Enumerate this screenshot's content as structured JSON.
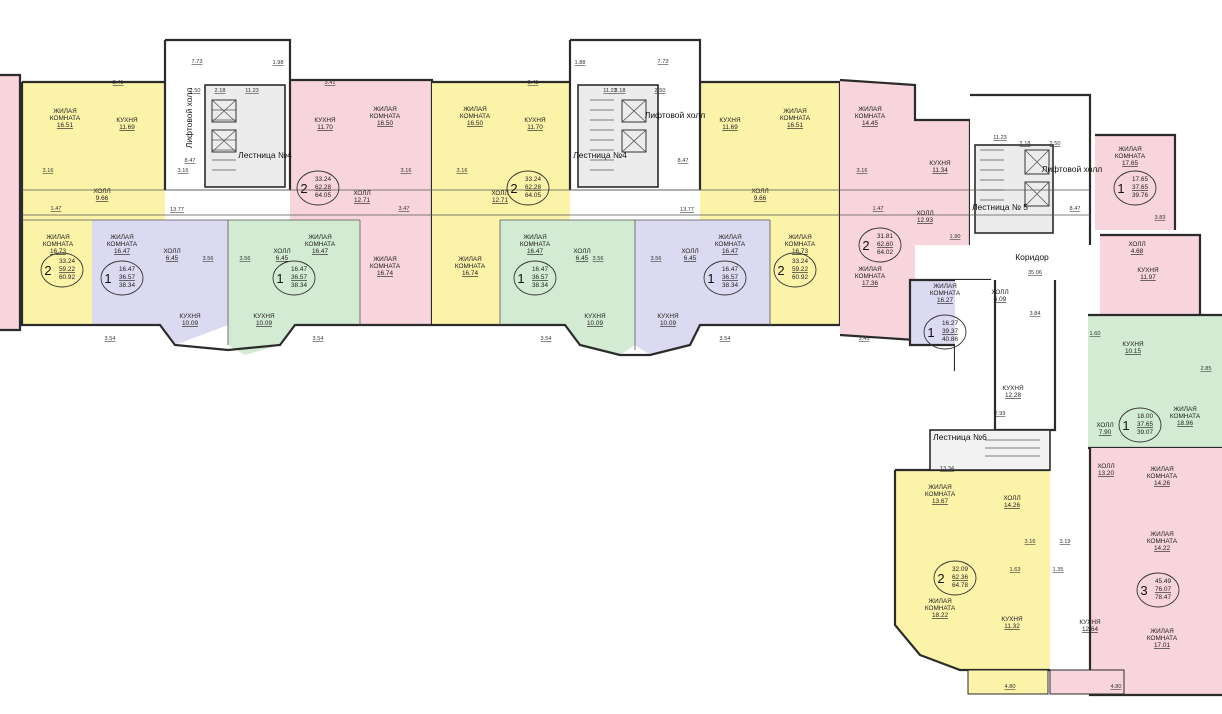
{
  "colors": {
    "pink": "#f8d4dd",
    "yellow": "#fbf3a8",
    "lavender": "#dcdaf0",
    "green": "#d3ebd3",
    "corridor": "#ffffff",
    "stair": "#e8e8e8"
  },
  "common": {
    "lift_hall": "Лифтовой холл",
    "stair4": "Лестница №4",
    "stair5": "Лестница № 5",
    "stair6": "Лестница №6",
    "corridor": "Коридор"
  },
  "rooms": [
    {
      "type": "ЖИЛАЯ КОМНАТА",
      "area": "16.51"
    },
    {
      "type": "КУХНЯ",
      "area": "11.69"
    },
    {
      "type": "ХОЛЛ",
      "area": "9.66"
    },
    {
      "type": "ЖИЛАЯ КОМНАТА",
      "area": "16.73"
    },
    {
      "type": "ЖИЛАЯ КОМНАТА",
      "area": "16.47"
    },
    {
      "type": "ХОЛЛ",
      "area": "6.45"
    },
    {
      "type": "КУХНЯ",
      "area": "10.09"
    },
    {
      "type": "КУХНЯ",
      "area": "10.09"
    },
    {
      "type": "ХОЛЛ",
      "area": "6.45"
    },
    {
      "type": "ЖИЛАЯ КОМНАТА",
      "area": "16.47"
    },
    {
      "type": "КУХНЯ",
      "area": "11.70"
    },
    {
      "type": "ЖИЛАЯ КОМНАТА",
      "area": "16.50"
    },
    {
      "type": "ХОЛЛ",
      "area": "12.71"
    },
    {
      "type": "ЖИЛАЯ КОМНАТА",
      "area": "16.74"
    },
    {
      "type": "ЖИЛАЯ КОМНАТА",
      "area": "16.50"
    },
    {
      "type": "КУХНЯ",
      "area": "11.70"
    },
    {
      "type": "ХОЛЛ",
      "area": "12.71"
    },
    {
      "type": "ЖИЛАЯ КОМНАТА",
      "area": "16.74"
    },
    {
      "type": "ЖИЛАЯ КОМНАТА",
      "area": "16.47"
    },
    {
      "type": "ХОЛЛ",
      "area": "6.45"
    },
    {
      "type": "КУХНЯ",
      "area": "10.09"
    },
    {
      "type": "ХОЛЛ",
      "area": "6.45"
    },
    {
      "type": "КУХНЯ",
      "area": "10.09"
    },
    {
      "type": "ЖИЛАЯ КОМНАТА",
      "area": "16.47"
    },
    {
      "type": "КУХНЯ",
      "area": "11.69"
    },
    {
      "type": "ЖИЛАЯ КОМНАТА",
      "area": "16.51"
    },
    {
      "type": "ХОЛЛ",
      "area": "9.66"
    },
    {
      "type": "ЖИЛАЯ КОМНАТА",
      "area": "16.73"
    },
    {
      "type": "ЖИЛАЯ КОМНАТА",
      "area": "14.45"
    },
    {
      "type": "КУХНЯ",
      "area": "11.34"
    },
    {
      "type": "ХОЛЛ",
      "area": "12.93"
    },
    {
      "type": "ЖИЛАЯ КОМНАТА",
      "area": "17.36"
    },
    {
      "type": "ЖИЛАЯ КОМНАТА",
      "area": "16.27"
    },
    {
      "type": "ХОЛЛ",
      "area": "6.09"
    },
    {
      "type": "КУХНЯ",
      "area": "12.28"
    },
    {
      "type": "ЖИЛАЯ КОМНАТА",
      "area": "17.65"
    },
    {
      "type": "ХОЛЛ",
      "area": "4.68"
    },
    {
      "type": "КУХНЯ",
      "area": "11.97"
    },
    {
      "type": "КУХНЯ",
      "area": "10.15"
    },
    {
      "type": "ХОЛЛ",
      "area": "7.90"
    },
    {
      "type": "ЖИЛАЯ КОМНАТА",
      "area": "18.96"
    },
    {
      "type": "ХОЛЛ",
      "area": "13.20"
    },
    {
      "type": "ЖИЛАЯ КОМНАТА",
      "area": "14.26"
    },
    {
      "type": "ЖИЛАЯ КОМНАТА",
      "area": "14.22"
    },
    {
      "type": "КУХНЯ",
      "area": "12.64"
    },
    {
      "type": "ЖИЛАЯ КОМНАТА",
      "area": "17.01"
    },
    {
      "type": "ЖИЛАЯ КОМНАТА",
      "area": "13.67"
    },
    {
      "type": "ХОЛЛ",
      "area": "14.26"
    },
    {
      "type": "ЖИЛАЯ КОМНАТА",
      "area": "18.22"
    },
    {
      "type": "КУХНЯ",
      "area": "11.32"
    }
  ],
  "apartments": [
    {
      "rooms": "2",
      "living": "33.24",
      "total": "59.22",
      "gross": "60.92"
    },
    {
      "rooms": "1",
      "living": "16.47",
      "total": "36.57",
      "gross": "38.34"
    },
    {
      "rooms": "1",
      "living": "16.47",
      "total": "36.57",
      "gross": "38.34"
    },
    {
      "rooms": "2",
      "living": "33.24",
      "total": "62.28",
      "gross": "64.05"
    },
    {
      "rooms": "2",
      "living": "33.24",
      "total": "62.28",
      "gross": "64.05"
    },
    {
      "rooms": "1",
      "living": "16.47",
      "total": "36.57",
      "gross": "38.34"
    },
    {
      "rooms": "1",
      "living": "16.47",
      "total": "36.57",
      "gross": "38.34"
    },
    {
      "rooms": "2",
      "living": "33.24",
      "total": "59.22",
      "gross": "60.92"
    },
    {
      "rooms": "2",
      "living": "31.81",
      "total": "62.60",
      "gross": "64.02"
    },
    {
      "rooms": "1",
      "living": "16.27",
      "total": "39.37",
      "gross": "40.86"
    },
    {
      "rooms": "1",
      "living": "17.65",
      "total": "37.65",
      "gross": "39.76"
    },
    {
      "rooms": "1",
      "living": "18.00",
      "total": "37.65",
      "gross": "39.07"
    },
    {
      "rooms": "3",
      "living": "45.49",
      "total": "76.07",
      "gross": "78.47"
    },
    {
      "rooms": "2",
      "living": "32.09",
      "total": "62.36",
      "gross": "64.78"
    }
  ],
  "dimensions": [
    "7.73",
    "1.98",
    "2.50",
    "2.18",
    "11.23",
    "8.47",
    "3.41",
    "3.16",
    "3.16",
    "3.16",
    "1.47",
    "3.47",
    "3.16",
    "13.77",
    "13.77",
    "3.56",
    "3.56",
    "3.56",
    "3.56",
    "3.54",
    "3.54",
    "3.54",
    "3.54",
    "1.88",
    "2.18",
    "2.50",
    "11.23",
    "8.47",
    "7.73",
    "3.41",
    "3.41",
    "3.45",
    "3.16",
    "1.47",
    "1.90",
    "2.18",
    "2.50",
    "11.23",
    "8.47",
    "3.83",
    "35.06",
    "3.84",
    "2.99",
    "1.60",
    "2.85",
    "13.34",
    "3.16",
    "3.19",
    "1.63",
    "1.35",
    "4.80",
    "4.80"
  ]
}
